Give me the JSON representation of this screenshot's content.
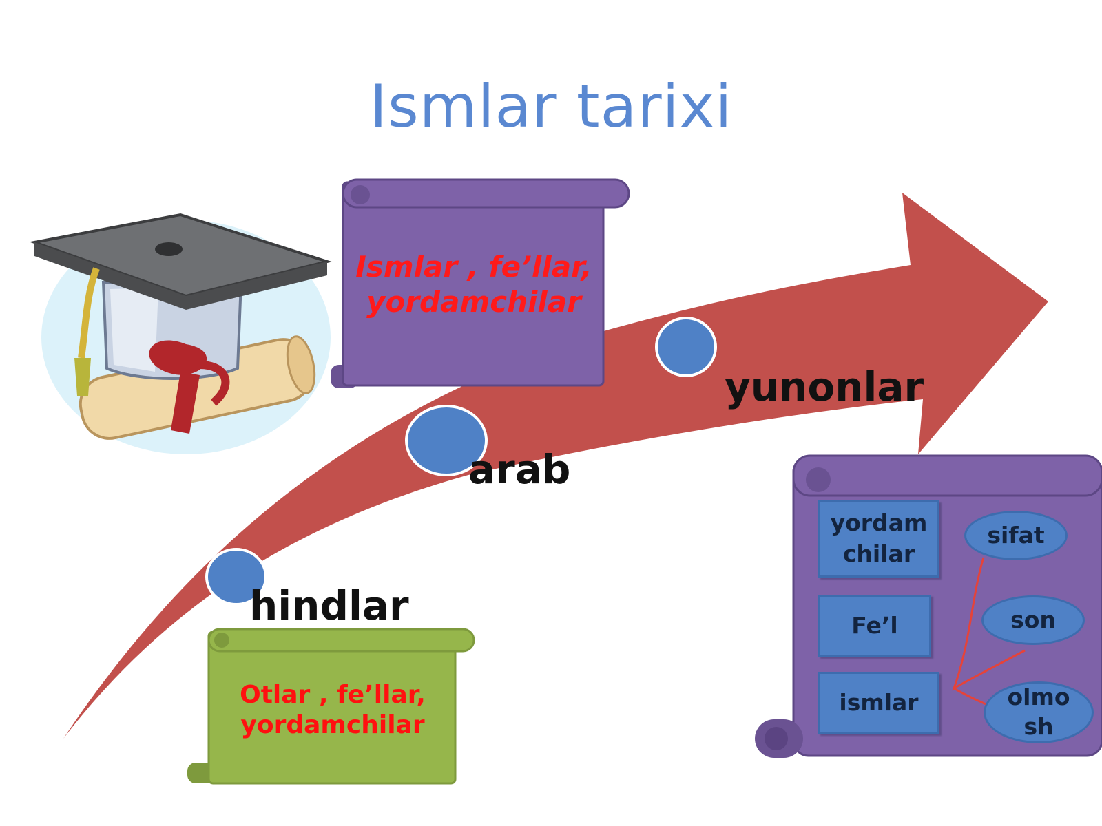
{
  "title": "Ismlar tarixi",
  "eras": {
    "hindlar": "hindlar",
    "arab": "arab",
    "yunonlar": "yunonlar"
  },
  "scrolls": {
    "top": {
      "line1": "Ismlar , fe’llar,",
      "line2": "yordamchilar",
      "color": "#7e62a8"
    },
    "bottom": {
      "line1": "Otlar , fe’llar,",
      "line2": "yordamchilar",
      "color": "#96b64b"
    }
  },
  "word_classes": {
    "boxes": [
      "yordam chilar",
      "Fe’l",
      "ismlar"
    ],
    "ovals": [
      "sifat",
      "son",
      "olmo sh"
    ]
  },
  "colors": {
    "arrow": "#c2504c",
    "circle": "#4f81c6",
    "scroll_purple": "#7e62a8",
    "scroll_green": "#96b64b",
    "title": "#5a88d1",
    "emphasis_text": "#ff0000"
  },
  "icons": {
    "graduation": "graduation-cap-diploma-icon"
  }
}
